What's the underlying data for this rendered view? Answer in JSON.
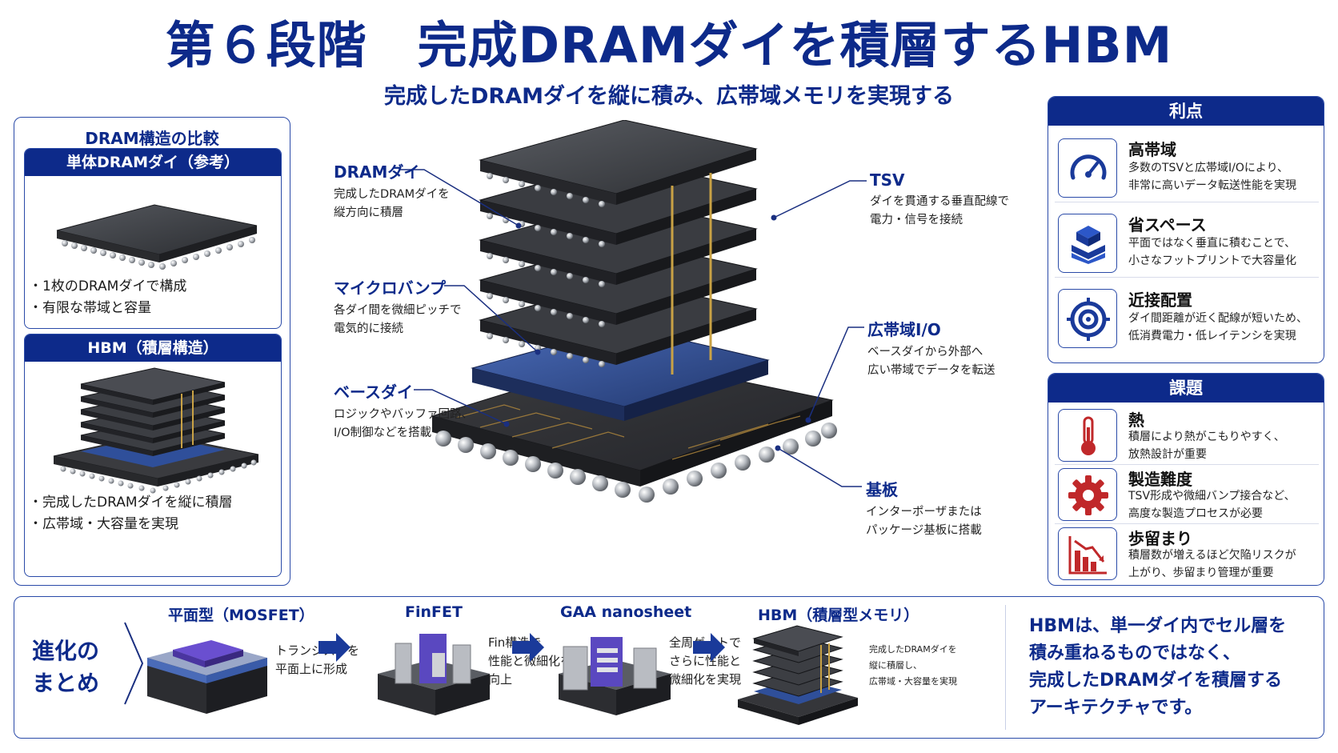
{
  "title": "第６段階　完成DRAMダイを積層するHBM",
  "subtitle": "完成したDRAMダイを縦に積み、広帯域メモリを実現する",
  "colors": {
    "navy": "#0d2a8a",
    "accent_red": "#c0282a",
    "blue_layer": "#2f4f9a",
    "purple": "#6a4fd0"
  },
  "comparison": {
    "title": "DRAM構造の比較",
    "single": {
      "header": "単体DRAMダイ（参考）",
      "bullets": [
        "1枚のDRAMダイで構成",
        "有限な帯域と容量"
      ]
    },
    "hbm": {
      "header": "HBM（積層構造）",
      "bullets": [
        "完成したDRAMダイを縦に積層",
        "広帯域・大容量を実現"
      ]
    }
  },
  "callouts": {
    "dram_die": {
      "title": "DRAMダイ",
      "desc": [
        "完成したDRAMダイを",
        "縦方向に積層"
      ]
    },
    "micro_bump": {
      "title": "マイクロバンプ",
      "desc": [
        "各ダイ間を微細ピッチで",
        "電気的に接続"
      ]
    },
    "base_die": {
      "title": "ベースダイ",
      "desc": [
        "ロジックやバッファ回路、",
        "I/O制御などを搭載"
      ]
    },
    "tsv": {
      "title": "TSV",
      "desc": [
        "ダイを貫通する垂直配線で",
        "電力・信号を接続"
      ]
    },
    "wide_io": {
      "title": "広帯域I/O",
      "desc": [
        "ベースダイから外部へ",
        "広い帯域でデータを転送"
      ]
    },
    "substrate": {
      "title": "基板",
      "desc": [
        "インターポーザまたは",
        "パッケージ基板に搭載"
      ]
    }
  },
  "advantages": {
    "header": "利点",
    "items": [
      {
        "title": "高帯域",
        "icon": "speedometer-icon",
        "desc": [
          "多数のTSVと広帯域I/Oにより、",
          "非常に高いデータ転送性能を実現"
        ]
      },
      {
        "title": "省スペース",
        "icon": "stacked-cubes-icon",
        "desc": [
          "平面ではなく垂直に積むことで、",
          "小さなフットプリントで大容量化"
        ]
      },
      {
        "title": "近接配置",
        "icon": "target-icon",
        "desc": [
          "ダイ間距離が近く配線が短いため、",
          "低消費電力・低レイテンシを実現"
        ]
      }
    ]
  },
  "challenges": {
    "header": "課題",
    "items": [
      {
        "title": "熱",
        "icon": "thermometer-icon",
        "desc": [
          "積層により熱がこもりやすく、",
          "放熱設計が重要"
        ]
      },
      {
        "title": "製造難度",
        "icon": "gear-icon",
        "desc": [
          "TSV形成や微細バンプ接合など、",
          "高度な製造プロセスが必要"
        ]
      },
      {
        "title": "歩留まり",
        "icon": "declining-chart-icon",
        "desc": [
          "積層数が増えるほど欠陥リスクが",
          "上がり、歩留まり管理が重要"
        ]
      }
    ]
  },
  "evolution": {
    "label": [
      "進化の",
      "まとめ"
    ],
    "stages": [
      {
        "title": "平面型（MOSFET）",
        "desc": [
          "トランジスタを",
          "平面上に形成"
        ]
      },
      {
        "title": "FinFET",
        "desc": [
          "Fin構造で",
          "性能と微細化を",
          "向上"
        ]
      },
      {
        "title": "GAA nanosheet",
        "desc": [
          "全周ゲートで",
          "さらに性能と",
          "微細化を実現"
        ]
      },
      {
        "title": "HBM（積層型メモリ）",
        "desc": [
          "完成したDRAMダイを",
          "縦に積層し、",
          "広帯域・大容量を実現"
        ]
      }
    ],
    "conclusion": [
      "HBMは、単一ダイ内でセル層を",
      "積み重ねるものではなく、",
      "完成したDRAMダイを積層する",
      "アーキテクチャです。"
    ]
  }
}
